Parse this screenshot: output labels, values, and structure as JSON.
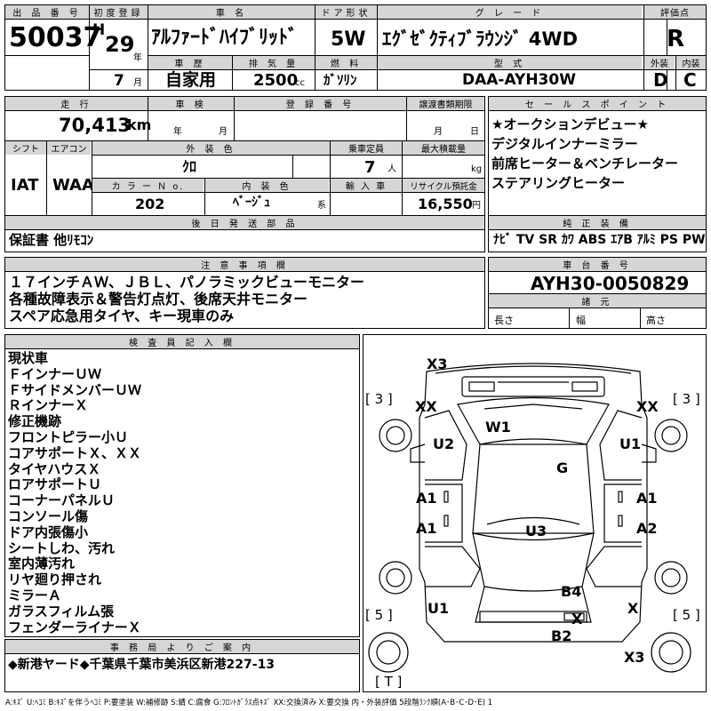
{
  "header": {
    "lot_label": "出 品 番 号",
    "lot_number": "50037",
    "first_reg_label": "初度登録",
    "era": "H",
    "year": "29",
    "year_unit": "年",
    "month": "7",
    "month_unit": "月",
    "car_name_label": "車 名",
    "car_name": "ｱﾙﾌｧｰﾄﾞﾊｲﾌﾞﾘｯﾄﾞ",
    "door_label": "ドア形状",
    "door": "5W",
    "grade_label": "グ レ ー ド",
    "grade": "ｴｸﾞｾﾞｸﾃｨﾌﾞﾗｳﾝｼﾞ 4WD",
    "score_label": "評価点",
    "score": "R",
    "history_label": "車 歴",
    "history": "自家用",
    "displacement_label": "排 気 量",
    "displacement": "2500",
    "displacement_unit": "cc",
    "fuel_label": "燃 料",
    "fuel": "ｶﾞｿﾘﾝ",
    "model_label": "型 式",
    "model": "DAA-AYH30W",
    "exterior_label": "外装",
    "exterior": "D",
    "interior_label": "内装",
    "interior": "C"
  },
  "row2": {
    "mileage_label": "走 行",
    "mileage": "70,413",
    "mileage_unit": "km",
    "inspection_label": "車 検",
    "insp_year_unit": "年",
    "insp_month_unit": "月",
    "registration_label": "登 録 番 号",
    "transfer_label": "譲渡書類期限",
    "transfer_month_unit": "月",
    "transfer_day_unit": "日",
    "shift_label": "シフト",
    "shift": "IAT",
    "ac_label": "エアコン",
    "ac": "WAA",
    "ext_color_label": "外 装 色",
    "ext_color": "ｸﾛ",
    "capacity_label": "乗車定員",
    "capacity": "7",
    "capacity_unit": "人",
    "max_load_label": "最大積載量",
    "max_load_unit": "kg",
    "color_no_label": "カ ラ ー Ｎ o.",
    "color_no": "202",
    "int_color_label": "内 装 色",
    "int_color": "ﾍﾞｰｼﾞｭ",
    "int_color_suffix": "系",
    "import_label": "輸 入 車",
    "recycle_label": "リサイクル預託金",
    "recycle": "16,550",
    "recycle_unit": "円",
    "later_label": "後 日 発 送 部 品",
    "later_items": "保証書  他ﾘﾓｺﾝ"
  },
  "sales": {
    "label": "セ ー ル ス ポ イ ン ト",
    "items": [
      "★オークションデビュー★",
      "デジタルインナーミラー",
      "前席ヒーター＆ベンチレーター",
      "ステアリングヒーター"
    ],
    "equip_label": "純 正 装 備",
    "equip": "ﾅﾋﾞ TV SR ｶﾜ ABS ｴｱB ｱﾙﾐ PS PW"
  },
  "notes": {
    "label": "注 意 事 項 欄",
    "lines": [
      "１７インチＡＷ、ＪＢＬ、パノラミックビューモニター",
      "各種故障表示＆警告灯点灯、後席天井モニター",
      "スペア応急用タイヤ、キー現車のみ"
    ]
  },
  "chassis": {
    "label": "車 台 番 号",
    "number": "AYH30-0050829",
    "dims_label": "諸 元",
    "length_label": "長さ",
    "width_label": "幅",
    "height_label": "高さ"
  },
  "inspector": {
    "label": "検 査 員 記 入 欄",
    "lines": [
      "現状車",
      "ＦインナーＵＷ",
      "ＦサイドメンバーＵＷ",
      "ＲインナーＸ",
      "修正機跡",
      "フロントピラー小Ｕ",
      "コアサポートＸ、ＸＸ",
      "タイヤハウスＸ",
      "ロアサポートＵ",
      "コーナーパネルＵ",
      "コンソール傷",
      "ドア内張傷小",
      "シートしわ、汚れ",
      "室内薄汚れ",
      "リヤ廻り押され",
      "ミラーＡ",
      "ガラスフィルム張",
      "フェンダーライナーＸ"
    ]
  },
  "office": {
    "label": "事 務 局 よ り ご 案 内",
    "text": "◆新港ヤード◆千葉県千葉市美浜区新港227-13"
  },
  "diagram": {
    "marks": {
      "x3_top": "X3",
      "xx_left": "XX",
      "xx_right": "XX",
      "w1": "W1",
      "u2": "U2",
      "u1_right": "U1",
      "g": "G",
      "a1_l1": "A1",
      "a1_r1": "A1",
      "a1_l2": "A1",
      "u3": "U3",
      "a2_r": "A2",
      "b4": "B4",
      "u1_left": "U1",
      "x_center": "X",
      "x_right": "X",
      "b2": "B2",
      "x3_bottom": "X3"
    },
    "tires": {
      "fl": "[ 3 ]",
      "fr": "[ 3 ]",
      "rl": "[ 5 ]",
      "rr": "[ 5 ]",
      "spare": "[ T ]"
    }
  },
  "legend": "A:ｷｽﾞ U:ﾍｺﾐ B:ｷｽﾞを伴うﾍｺﾐ P:要塗装 W:補修跡 S:錆 C:腐食 G:ﾌﾛﾝﾄｶﾞﾗｽ点ｷｽﾞ XX:交換済み X:要交換 内・外装評価 5段階ﾗﾝｸ順(A･B･C･D･E) 1"
}
